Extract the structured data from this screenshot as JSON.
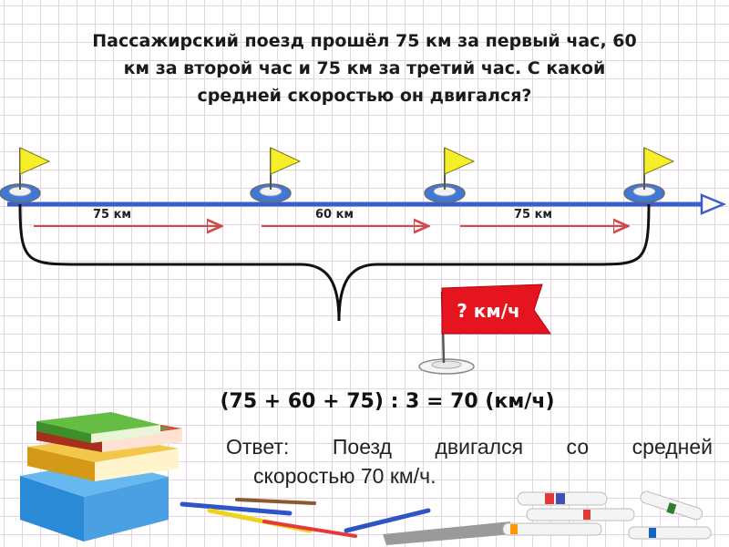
{
  "problem": {
    "line1": "Пассажирский поезд прошёл 75 км за первый час, 60",
    "line2": "км за второй час и 75 км за третий час. С какой",
    "line3": "средней скоростью он двигался?"
  },
  "segments": [
    {
      "label": "75 км",
      "value": 75
    },
    {
      "label": "60 км",
      "value": 60
    },
    {
      "label": "75 км",
      "value": 75
    }
  ],
  "question_flag": "? км/ч",
  "formula": "(75 + 60 + 75) : 3 = 70 (км/ч)",
  "answer": {
    "line1": "Ответ: Поезд двигался со средней",
    "line2": "скоростью 70 км/ч."
  },
  "colors": {
    "track": "#3a5fcd",
    "segment_arrow": "#d24b4b",
    "flag_yellow": "#f7ee2a",
    "flag_red": "#e6141e"
  }
}
